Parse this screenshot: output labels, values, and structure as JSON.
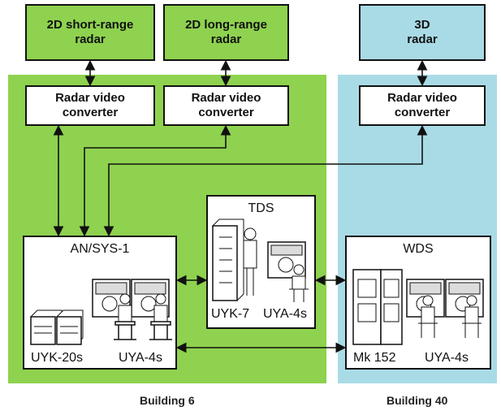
{
  "radars": {
    "short_range": "2D short-range\nradar",
    "long_range": "2D long-range\nradar",
    "three_d": "3D\nradar"
  },
  "converters": {
    "c1": "Radar video\nconverter",
    "c2": "Radar video\nconverter",
    "c3": "Radar video\nconverter"
  },
  "systems": {
    "ansys": {
      "title": "AN/SYS-1",
      "computer": "UYK-20s",
      "consoles": "UYA-4s"
    },
    "tds": {
      "title": "TDS",
      "computer": "UYK-7",
      "consoles": "UYA-4s"
    },
    "wds": {
      "title": "WDS",
      "computer": "Mk 152",
      "consoles": "UYA-4s"
    }
  },
  "buildings": {
    "b6": "Building 6",
    "b40": "Building 40"
  },
  "colors": {
    "building6": "#8ed24f",
    "building40": "#a9dbe6",
    "line": "#111111"
  }
}
